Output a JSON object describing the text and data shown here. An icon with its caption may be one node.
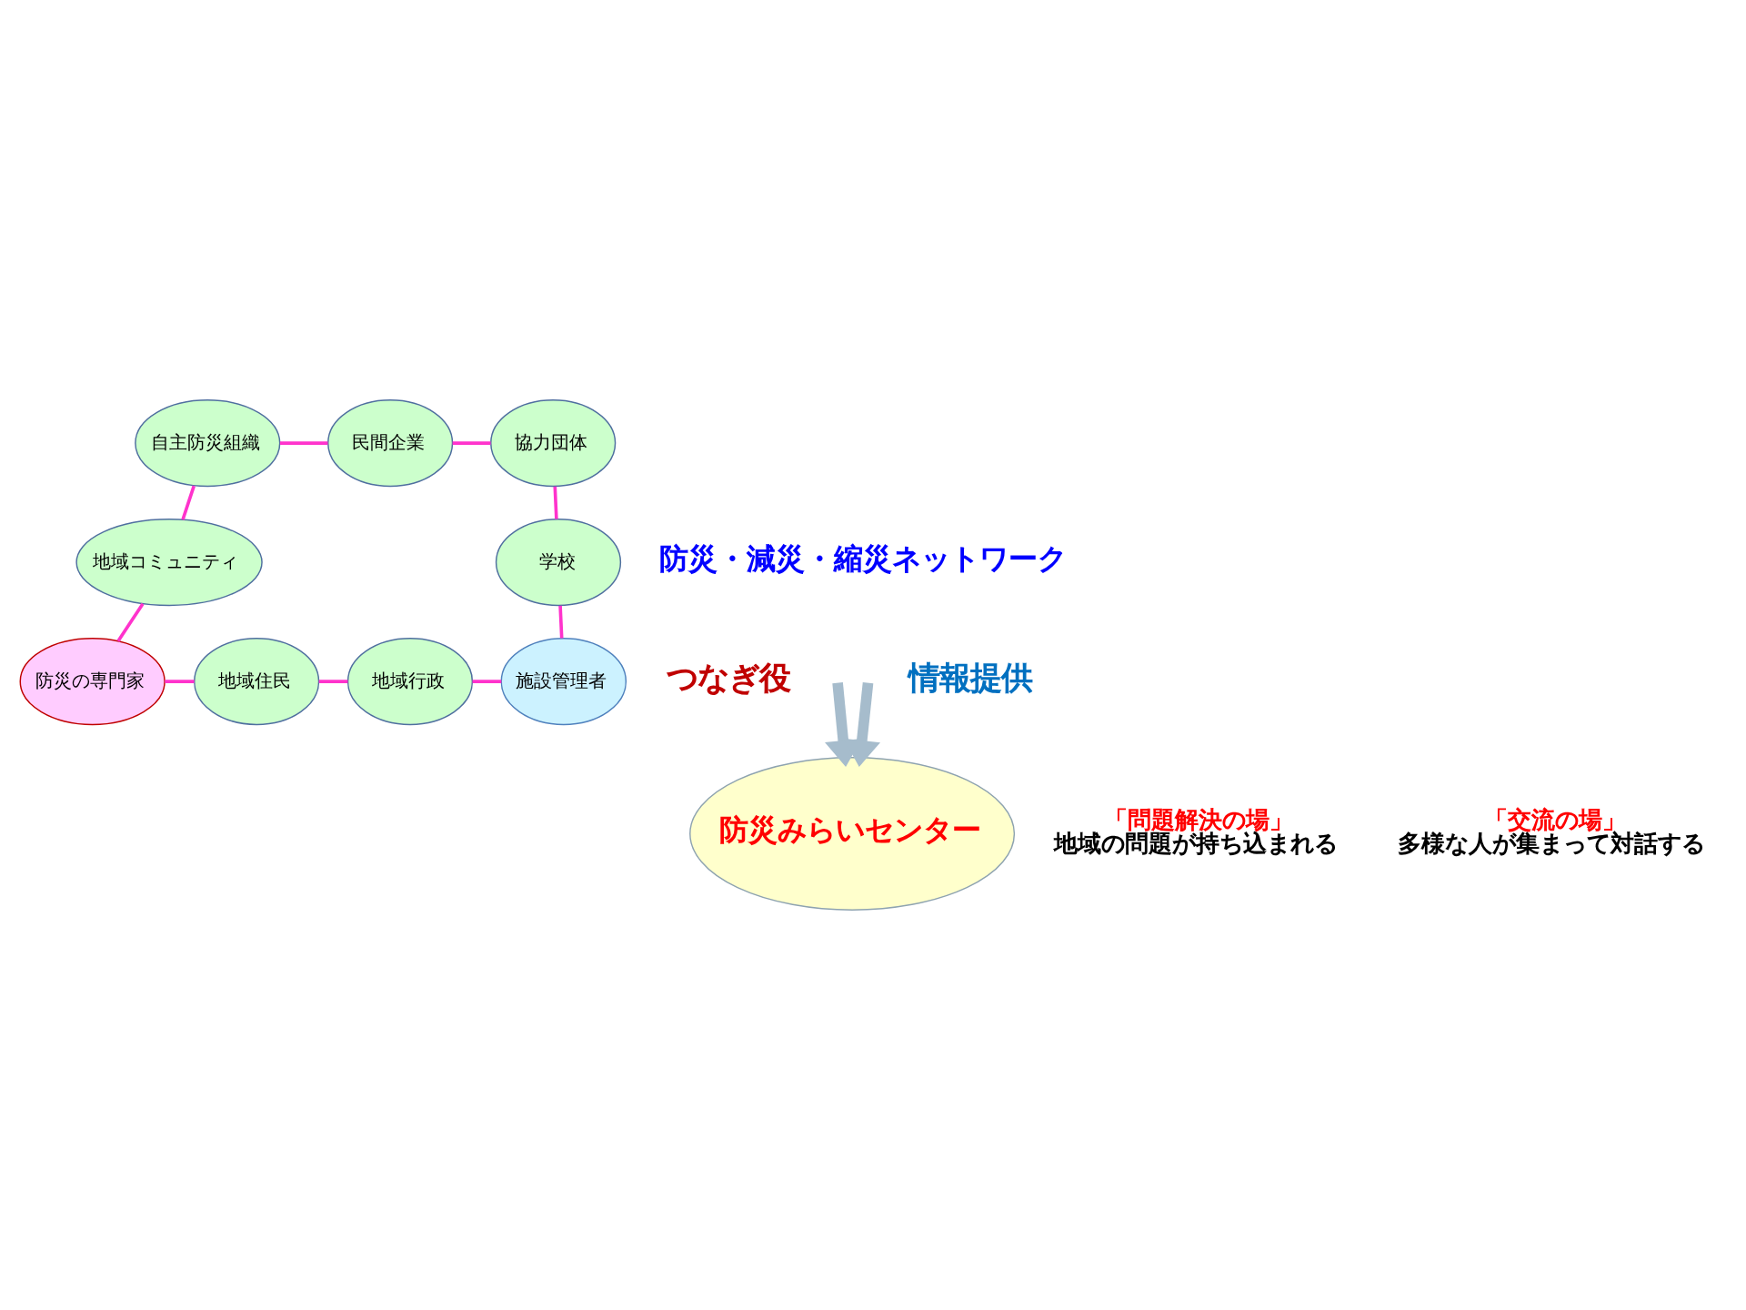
{
  "diagram": {
    "nodes": [
      {
        "text": [
          "地域コミュニティ"
        ]
      },
      {
        "text": [
          "自主防災組織"
        ]
      },
      {
        "text": [
          "民間企業"
        ]
      },
      {
        "text": [
          "協力団体"
        ]
      },
      {
        "text": [
          "学校"
        ]
      },
      {
        "text": [
          "施設管理者"
        ]
      },
      {
        "text": [
          "地域行政"
        ]
      },
      {
        "text": [
          "地域住民"
        ]
      },
      {
        "text": [
          "防災の専門家"
        ]
      },
      {
        "text": [
          "防災みらいセンター"
        ]
      }
    ],
    "edges": [
      {
        "from": 0,
        "to": 1,
        "arrow": "none"
      },
      {
        "from": 1,
        "to": 2,
        "arrow": "none"
      },
      {
        "from": 2,
        "to": 3,
        "arrow": "none"
      },
      {
        "from": 3,
        "to": 4,
        "arrow": "none"
      },
      {
        "from": 4,
        "to": 5,
        "arrow": "none"
      },
      {
        "from": 5,
        "to": 6,
        "arrow": "none"
      },
      {
        "from": 6,
        "to": 7,
        "arrow": "none"
      },
      {
        "from": 7,
        "to": 8,
        "arrow": "none"
      },
      {
        "from": 8,
        "to": 0,
        "arrow": "none"
      },
      {
        "from": null,
        "to": 9,
        "arrow": "to",
        "style": "thick",
        "color": "#a6bccc"
      },
      {
        "from": null,
        "to": 9,
        "arrow": "to",
        "style": "thick",
        "color": "#a6bccc"
      }
    ],
    "labels": [
      "防災・減災・縮災ネットワーク",
      "つなぎ役",
      "情報提供",
      "「問題解決の場」",
      "地域の問題が持ち込まれる",
      "「交流の場」",
      "多様な人が集まって対話する"
    ]
  }
}
